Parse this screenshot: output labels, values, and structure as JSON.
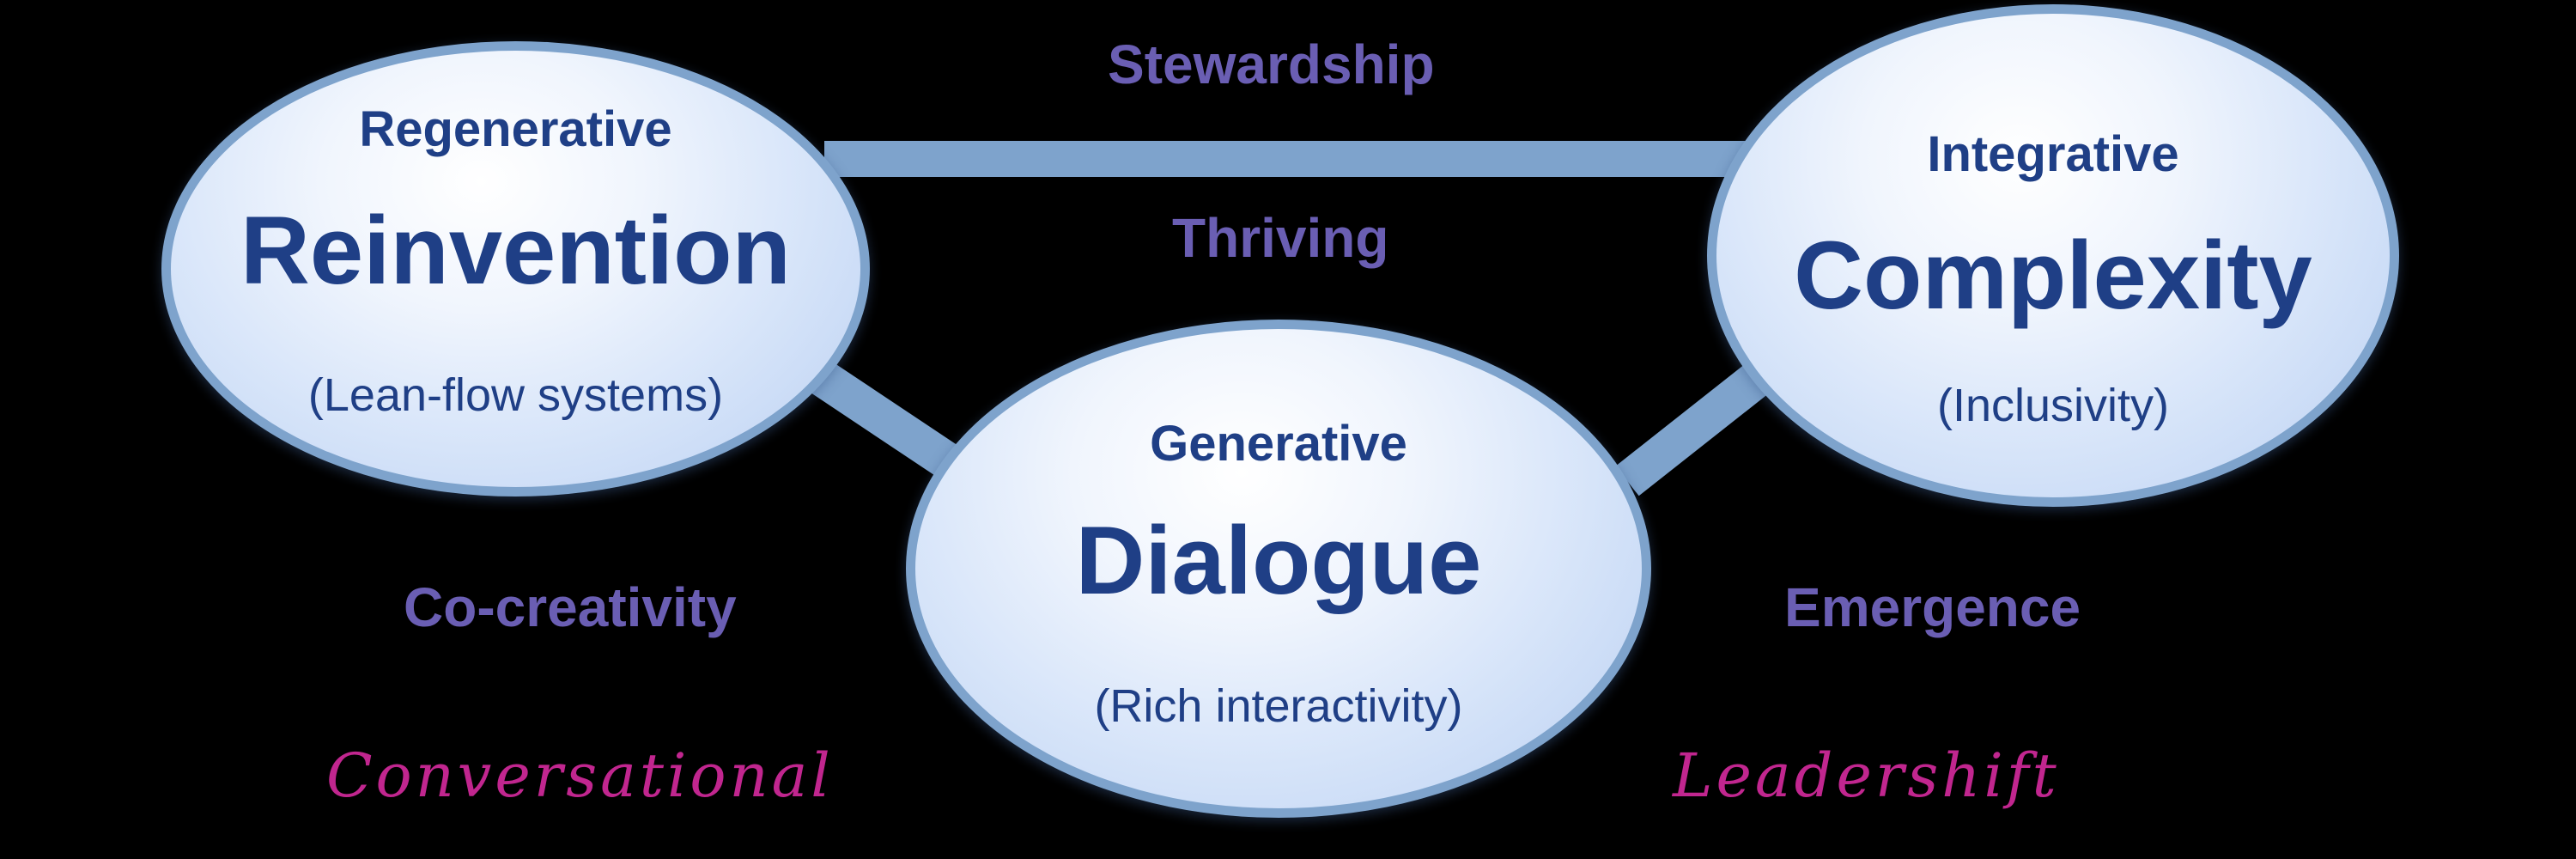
{
  "nodes": {
    "regenerative": {
      "qualifier": "Regenerative",
      "title": "Reinvention",
      "detail": "(Lean-flow systems)"
    },
    "integrative": {
      "qualifier": "Integrative",
      "title": "Complexity",
      "detail": "(Inclusivity)"
    },
    "generative": {
      "qualifier": "Generative",
      "title": "Dialogue",
      "detail": "(Rich interactivity)"
    }
  },
  "edge_labels": {
    "stewardship": "Stewardship",
    "thriving": "Thriving",
    "co_creativity": "Co-creativity",
    "emergence": "Emergence"
  },
  "footer": {
    "conversational": "Conversational",
    "leadershift": "Leadershift"
  },
  "colors": {
    "background": "#000000",
    "connector": "#7ea3cc",
    "node_border": "#7ea3cc",
    "node_text": "#1f3f86",
    "edge_label": "#6a5eb3",
    "script_label": "#c1268f"
  }
}
